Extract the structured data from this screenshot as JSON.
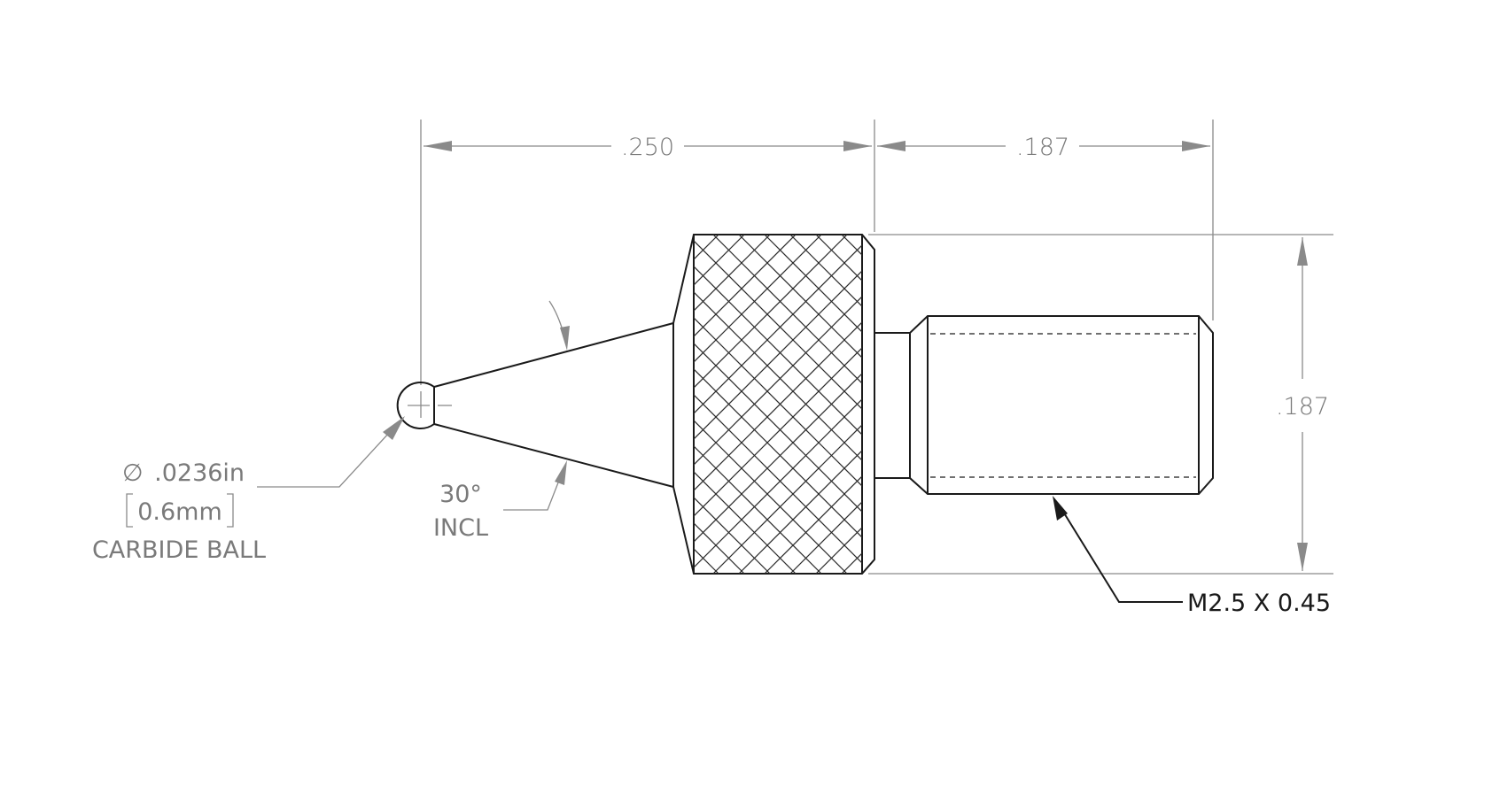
{
  "dimensions": {
    "tip_to_shoulder": ".250",
    "thread_length": ".187",
    "head_diameter": ".187"
  },
  "ball_callout": {
    "diameter_symbol": "∅",
    "diameter_in": ".0236in",
    "diameter_mm": "0.6mm",
    "material": "CARBIDE BALL"
  },
  "angle_callout": {
    "angle": "30°",
    "qualifier": "INCL"
  },
  "thread_callout": {
    "spec": "M2.5 X 0.45"
  },
  "colors": {
    "part_line": "#1a1a1a",
    "dimension_line": "#8a8a8a",
    "dimension_text": "#7a7a7a"
  }
}
